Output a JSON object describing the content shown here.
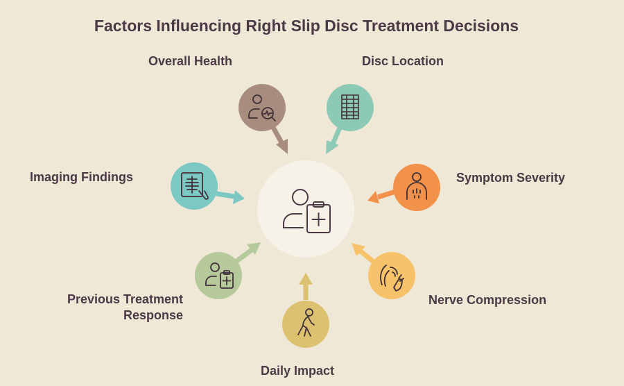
{
  "title": "Factors Influencing Right Slip Disc Treatment Decisions",
  "center": {
    "icon": "doctor-clipboard-icon",
    "color": "#f6f2e7"
  },
  "factors": [
    {
      "label": "Overall Health",
      "icon": "health-monitor-icon",
      "color": "#a88d7e"
    },
    {
      "label": "Disc Location",
      "icon": "spine-icon",
      "color": "#8ccab6"
    },
    {
      "label": "Symptom Severity",
      "icon": "body-pain-icon",
      "color": "#f2924a"
    },
    {
      "label": "Nerve Compression",
      "icon": "nerve-pain-icon",
      "color": "#f6c36b"
    },
    {
      "label": "Daily Impact",
      "icon": "person-walking-icon",
      "color": "#dcc270"
    },
    {
      "label_line1": "Previous Treatment",
      "label_line2": "Response",
      "icon": "medical-record-icon",
      "color": "#b5c99b"
    },
    {
      "label": "Imaging Findings",
      "icon": "xray-icon",
      "color": "#7cc8c2"
    }
  ]
}
